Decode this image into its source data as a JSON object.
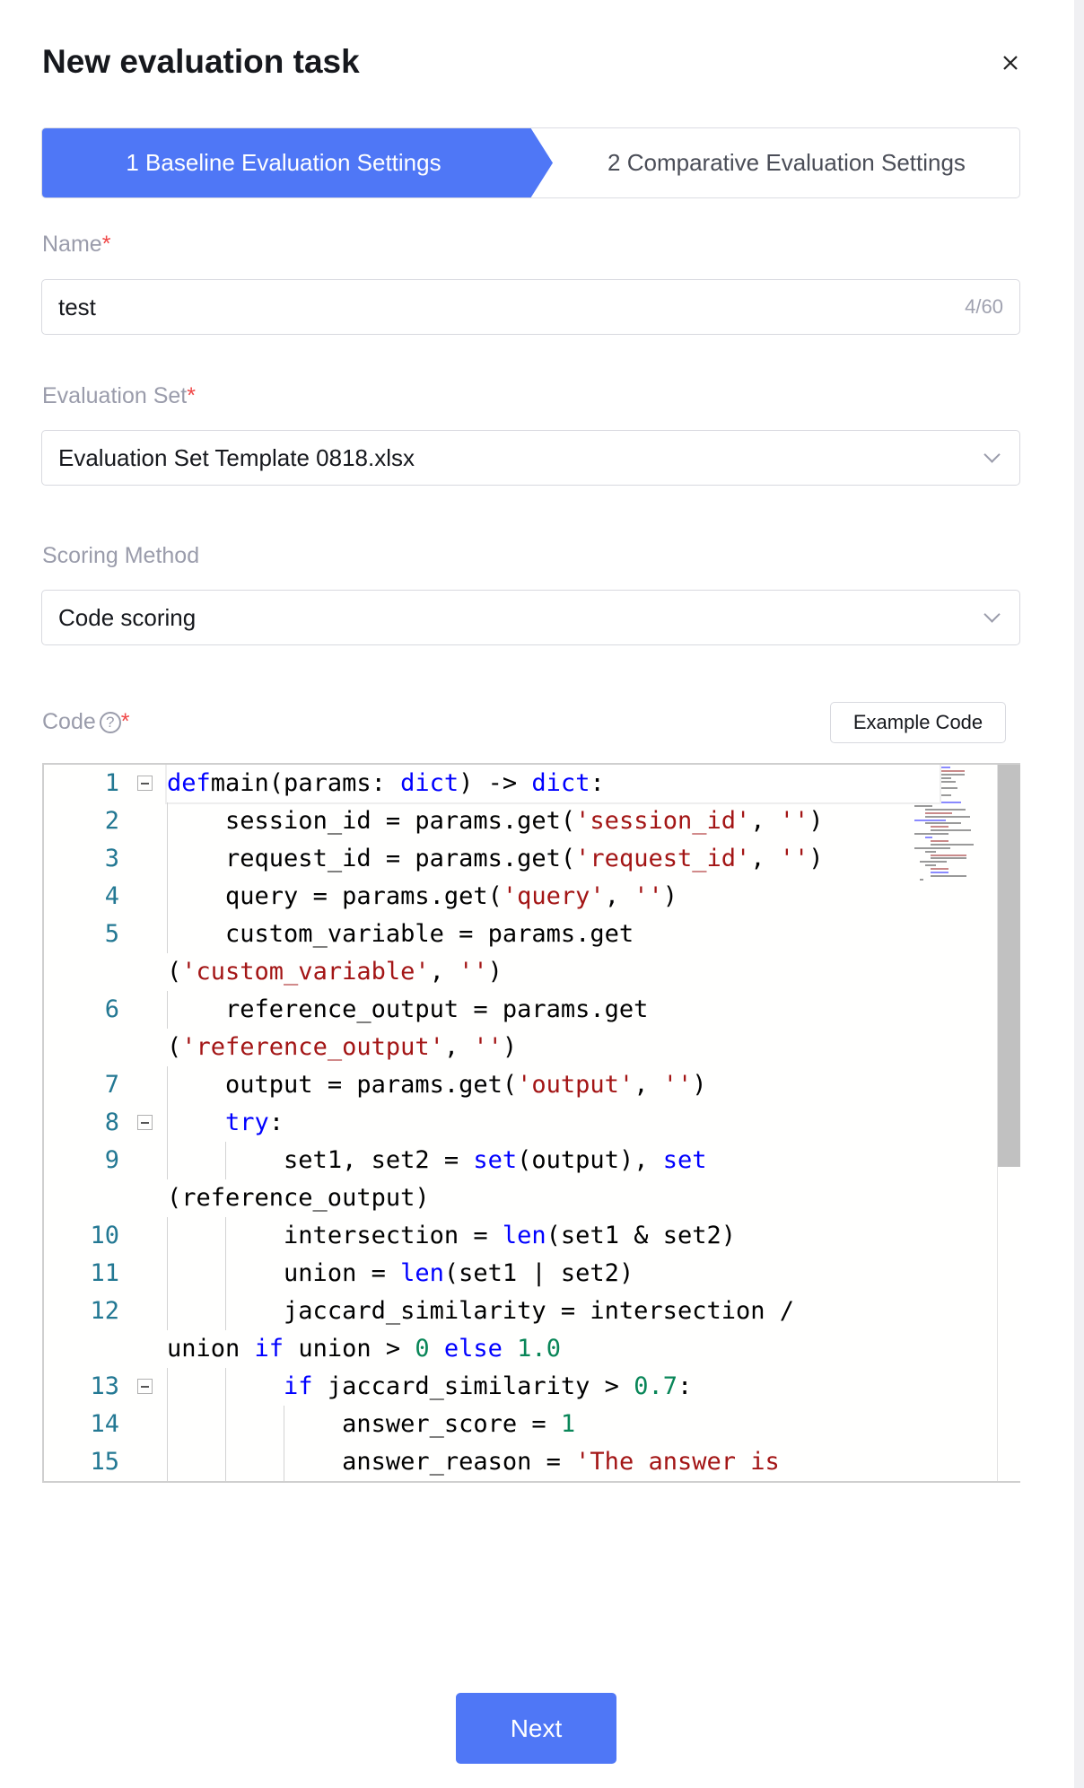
{
  "dialog": {
    "title": "New evaluation task",
    "close_icon": "close-icon"
  },
  "steps": [
    {
      "label": "1 Baseline Evaluation Settings",
      "active": true
    },
    {
      "label": "2 Comparative Evaluation Settings",
      "active": false
    }
  ],
  "form": {
    "name_label": "Name",
    "required_mark": "*",
    "name_value": "test",
    "name_counter": "4/60",
    "eval_set_label": "Evaluation Set",
    "eval_set_value": "Evaluation Set Template 0818.xlsx",
    "scoring_label": "Scoring Method",
    "scoring_value": "Code scoring",
    "code_label": "Code",
    "help_glyph": "?",
    "example_code_button": "Example Code"
  },
  "code_lines": [
    {
      "num": "1",
      "fold": true,
      "indent": 0,
      "tokens": [
        [
          "k",
          "def"
        ],
        [
          "",
          "main(params: "
        ],
        [
          "k",
          "dict"
        ],
        [
          "",
          ") -> "
        ],
        [
          "k",
          "dict"
        ],
        [
          "",
          ":"
        ]
      ]
    },
    {
      "num": "2",
      "indent": 1,
      "tokens": [
        [
          "",
          "session_id = params.get("
        ],
        [
          "s",
          "'session_id'"
        ],
        [
          "",
          ", "
        ],
        [
          "s",
          "''"
        ],
        [
          "",
          ")"
        ]
      ]
    },
    {
      "num": "3",
      "indent": 1,
      "tokens": [
        [
          "",
          "request_id = params.get("
        ],
        [
          "s",
          "'request_id'"
        ],
        [
          "",
          ", "
        ],
        [
          "s",
          "''"
        ],
        [
          "",
          ")"
        ]
      ]
    },
    {
      "num": "4",
      "indent": 1,
      "tokens": [
        [
          "",
          "query = params.get("
        ],
        [
          "s",
          "'query'"
        ],
        [
          "",
          ", "
        ],
        [
          "s",
          "''"
        ],
        [
          "",
          ")"
        ]
      ]
    },
    {
      "num": "5",
      "indent": 1,
      "tokens": [
        [
          "",
          "custom_variable = params.get"
        ]
      ]
    },
    {
      "num": "",
      "indent": 0,
      "tokens": [
        [
          "",
          "("
        ],
        [
          "s",
          "'custom_variable'"
        ],
        [
          "",
          ", "
        ],
        [
          "s",
          "''"
        ],
        [
          "",
          ")"
        ]
      ]
    },
    {
      "num": "6",
      "indent": 1,
      "tokens": [
        [
          "",
          "reference_output = params.get"
        ]
      ]
    },
    {
      "num": "",
      "indent": 0,
      "tokens": [
        [
          "",
          "("
        ],
        [
          "s",
          "'reference_output'"
        ],
        [
          "",
          ", "
        ],
        [
          "s",
          "''"
        ],
        [
          "",
          ")"
        ]
      ]
    },
    {
      "num": "7",
      "indent": 1,
      "tokens": [
        [
          "",
          "output = params.get("
        ],
        [
          "s",
          "'output'"
        ],
        [
          "",
          ", "
        ],
        [
          "s",
          "''"
        ],
        [
          "",
          ")"
        ]
      ]
    },
    {
      "num": "8",
      "fold": true,
      "indent": 1,
      "tokens": [
        [
          "k",
          "try"
        ],
        [
          "",
          ":"
        ]
      ]
    },
    {
      "num": "9",
      "indent": 2,
      "tokens": [
        [
          "",
          "set1, set2 = "
        ],
        [
          "k",
          "set"
        ],
        [
          "",
          "(output), "
        ],
        [
          "k",
          "set"
        ]
      ]
    },
    {
      "num": "",
      "indent": 0,
      "tokens": [
        [
          "",
          "(reference_output)"
        ]
      ]
    },
    {
      "num": "10",
      "indent": 2,
      "tokens": [
        [
          "",
          "intersection = "
        ],
        [
          "k",
          "len"
        ],
        [
          "",
          "(set1 & set2)"
        ]
      ]
    },
    {
      "num": "11",
      "indent": 2,
      "tokens": [
        [
          "",
          "union = "
        ],
        [
          "k",
          "len"
        ],
        [
          "",
          "(set1 | set2)"
        ]
      ]
    },
    {
      "num": "12",
      "indent": 2,
      "tokens": [
        [
          "",
          "jaccard_similarity = intersection /"
        ]
      ]
    },
    {
      "num": "",
      "indent": 0,
      "tokens": [
        [
          "",
          "union "
        ],
        [
          "k",
          "if"
        ],
        [
          "",
          " union > "
        ],
        [
          "n",
          "0"
        ],
        [
          "k",
          " else"
        ],
        [
          "n",
          " 1.0"
        ]
      ]
    },
    {
      "num": "13",
      "fold": true,
      "indent": 2,
      "tokens": [
        [
          "k",
          "if"
        ],
        [
          "",
          "",
          " "
        ],
        [
          "",
          "jaccard_similarity > "
        ],
        [
          "n",
          "0.7"
        ],
        [
          "",
          ":"
        ]
      ]
    },
    {
      "num": "14",
      "indent": 3,
      "tokens": [
        [
          "",
          "answer_score = "
        ],
        [
          "n",
          "1"
        ]
      ]
    },
    {
      "num": "15",
      "indent": 3,
      "tokens": [
        [
          "",
          "answer_reason = "
        ],
        [
          "s",
          "'The answer is"
        ]
      ]
    }
  ],
  "footer": {
    "next_button": "Next"
  },
  "colors": {
    "accent": "#4f77f6",
    "required": "#f04848",
    "keyword": "#0000ff",
    "string": "#a31515",
    "number": "#098658",
    "line_number": "#237893"
  }
}
